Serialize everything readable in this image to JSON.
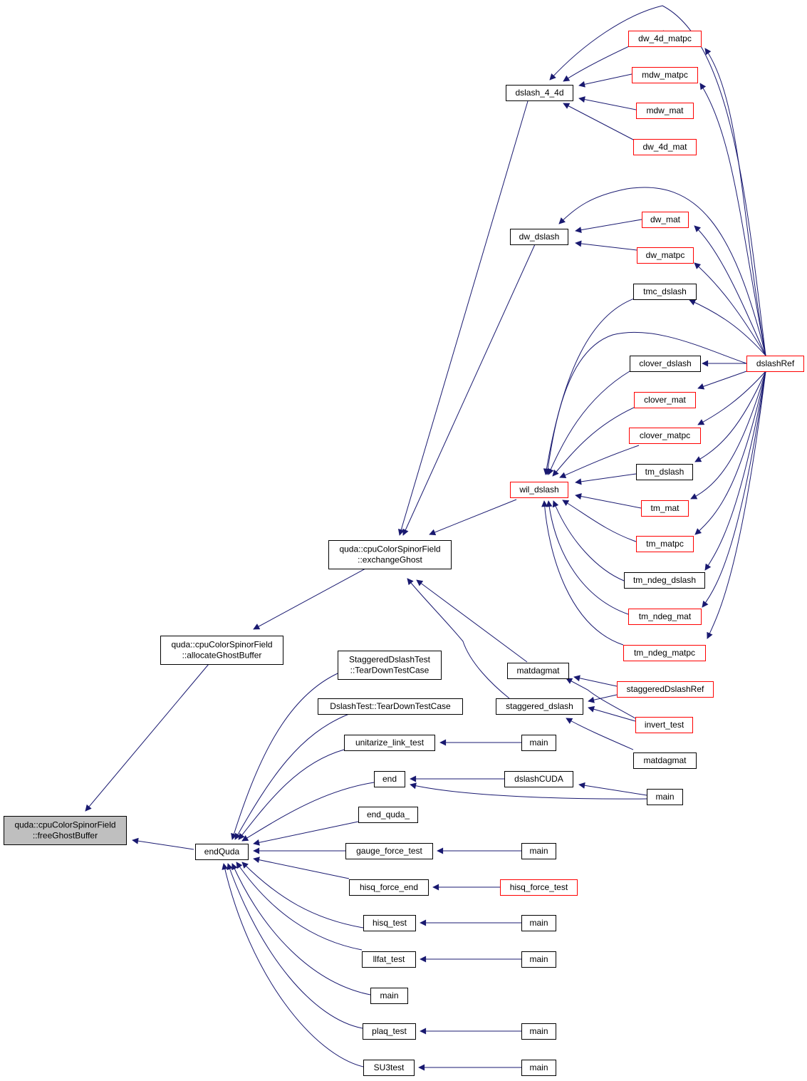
{
  "colors": {
    "edge": "#191970",
    "border_normal": "#000000",
    "border_truncated": "#ff0000",
    "fill_root": "#bfbfbf",
    "fill_default": "#ffffff"
  },
  "nodes": [
    {
      "id": "root",
      "lines": [
        "quda::cpuColorSpinorField",
        "::freeGhostBuffer"
      ],
      "style": "root"
    },
    {
      "id": "allocGhost",
      "lines": [
        "quda::cpuColorSpinorField",
        "::allocateGhostBuffer"
      ],
      "style": "normal"
    },
    {
      "id": "exchangeGhost",
      "lines": [
        "quda::cpuColorSpinorField",
        "::exchangeGhost"
      ],
      "style": "normal"
    },
    {
      "id": "endQuda",
      "lines": [
        "endQuda"
      ],
      "style": "normal"
    },
    {
      "id": "dslash4",
      "lines": [
        "dslash_4_4d"
      ],
      "style": "normal"
    },
    {
      "id": "dw4matpc",
      "lines": [
        "dw_4d_matpc"
      ],
      "style": "truncated"
    },
    {
      "id": "mdwmatpc",
      "lines": [
        "mdw_matpc"
      ],
      "style": "truncated"
    },
    {
      "id": "mdwmat",
      "lines": [
        "mdw_mat"
      ],
      "style": "truncated"
    },
    {
      "id": "dw4mat",
      "lines": [
        "dw_4d_mat"
      ],
      "style": "truncated"
    },
    {
      "id": "dwdslash",
      "lines": [
        "dw_dslash"
      ],
      "style": "normal"
    },
    {
      "id": "dwmat",
      "lines": [
        "dw_mat"
      ],
      "style": "truncated"
    },
    {
      "id": "dwmatpc",
      "lines": [
        "dw_matpc"
      ],
      "style": "truncated"
    },
    {
      "id": "tmcdslash",
      "lines": [
        "tmc_dslash"
      ],
      "style": "normal"
    },
    {
      "id": "dslashRef",
      "lines": [
        "dslashRef"
      ],
      "style": "truncated"
    },
    {
      "id": "cloverdslash",
      "lines": [
        "clover_dslash"
      ],
      "style": "normal"
    },
    {
      "id": "clovermat",
      "lines": [
        "clover_mat"
      ],
      "style": "truncated"
    },
    {
      "id": "clovermatpc",
      "lines": [
        "clover_matpc"
      ],
      "style": "truncated"
    },
    {
      "id": "tmdslash",
      "lines": [
        "tm_dslash"
      ],
      "style": "normal"
    },
    {
      "id": "wildslash",
      "lines": [
        "wil_dslash"
      ],
      "style": "truncated"
    },
    {
      "id": "tmmat",
      "lines": [
        "tm_mat"
      ],
      "style": "truncated"
    },
    {
      "id": "tmmatpc",
      "lines": [
        "tm_matpc"
      ],
      "style": "truncated"
    },
    {
      "id": "tmndegdslash",
      "lines": [
        "tm_ndeg_dslash"
      ],
      "style": "normal"
    },
    {
      "id": "tmndegmat",
      "lines": [
        "tm_ndeg_mat"
      ],
      "style": "truncated"
    },
    {
      "id": "tmndegmatpc",
      "lines": [
        "tm_ndeg_matpc"
      ],
      "style": "truncated"
    },
    {
      "id": "matdagmat",
      "lines": [
        "matdagmat"
      ],
      "style": "normal"
    },
    {
      "id": "stagdslash",
      "lines": [
        "staggered_dslash"
      ],
      "style": "normal"
    },
    {
      "id": "stagRef",
      "lines": [
        "staggeredDslashRef"
      ],
      "style": "truncated"
    },
    {
      "id": "inverttest",
      "lines": [
        "invert_test"
      ],
      "style": "truncated"
    },
    {
      "id": "matdagmat2",
      "lines": [
        "matdagmat"
      ],
      "style": "normal"
    },
    {
      "id": "stagTest",
      "lines": [
        "StaggeredDslashTest",
        "::TearDownTestCase"
      ],
      "style": "normal"
    },
    {
      "id": "dslashTest",
      "lines": [
        "DslashTest::TearDownTestCase"
      ],
      "style": "normal"
    },
    {
      "id": "unitarize",
      "lines": [
        "unitarize_link_test"
      ],
      "style": "normal"
    },
    {
      "id": "main_u",
      "lines": [
        "main"
      ],
      "style": "normal"
    },
    {
      "id": "end",
      "lines": [
        "end"
      ],
      "style": "normal"
    },
    {
      "id": "dslashCUDA",
      "lines": [
        "dslashCUDA"
      ],
      "style": "normal"
    },
    {
      "id": "main_e",
      "lines": [
        "main"
      ],
      "style": "normal"
    },
    {
      "id": "endquda_",
      "lines": [
        "end_quda_"
      ],
      "style": "normal"
    },
    {
      "id": "gaugeforce",
      "lines": [
        "gauge_force_test"
      ],
      "style": "normal"
    },
    {
      "id": "main_g",
      "lines": [
        "main"
      ],
      "style": "normal"
    },
    {
      "id": "hisqforceend",
      "lines": [
        "hisq_force_end"
      ],
      "style": "normal"
    },
    {
      "id": "hisqforcetest",
      "lines": [
        "hisq_force_test"
      ],
      "style": "truncated"
    },
    {
      "id": "hisqtest",
      "lines": [
        "hisq_test"
      ],
      "style": "normal"
    },
    {
      "id": "main_h",
      "lines": [
        "main"
      ],
      "style": "normal"
    },
    {
      "id": "llfattest",
      "lines": [
        "llfat_test"
      ],
      "style": "normal"
    },
    {
      "id": "main_l",
      "lines": [
        "main"
      ],
      "style": "normal"
    },
    {
      "id": "main_m",
      "lines": [
        "main"
      ],
      "style": "normal"
    },
    {
      "id": "plaqtest",
      "lines": [
        "plaq_test"
      ],
      "style": "normal"
    },
    {
      "id": "main_p",
      "lines": [
        "main"
      ],
      "style": "normal"
    },
    {
      "id": "su3test",
      "lines": [
        "SU3test"
      ],
      "style": "normal"
    },
    {
      "id": "main_s",
      "lines": [
        "main"
      ],
      "style": "normal"
    }
  ]
}
